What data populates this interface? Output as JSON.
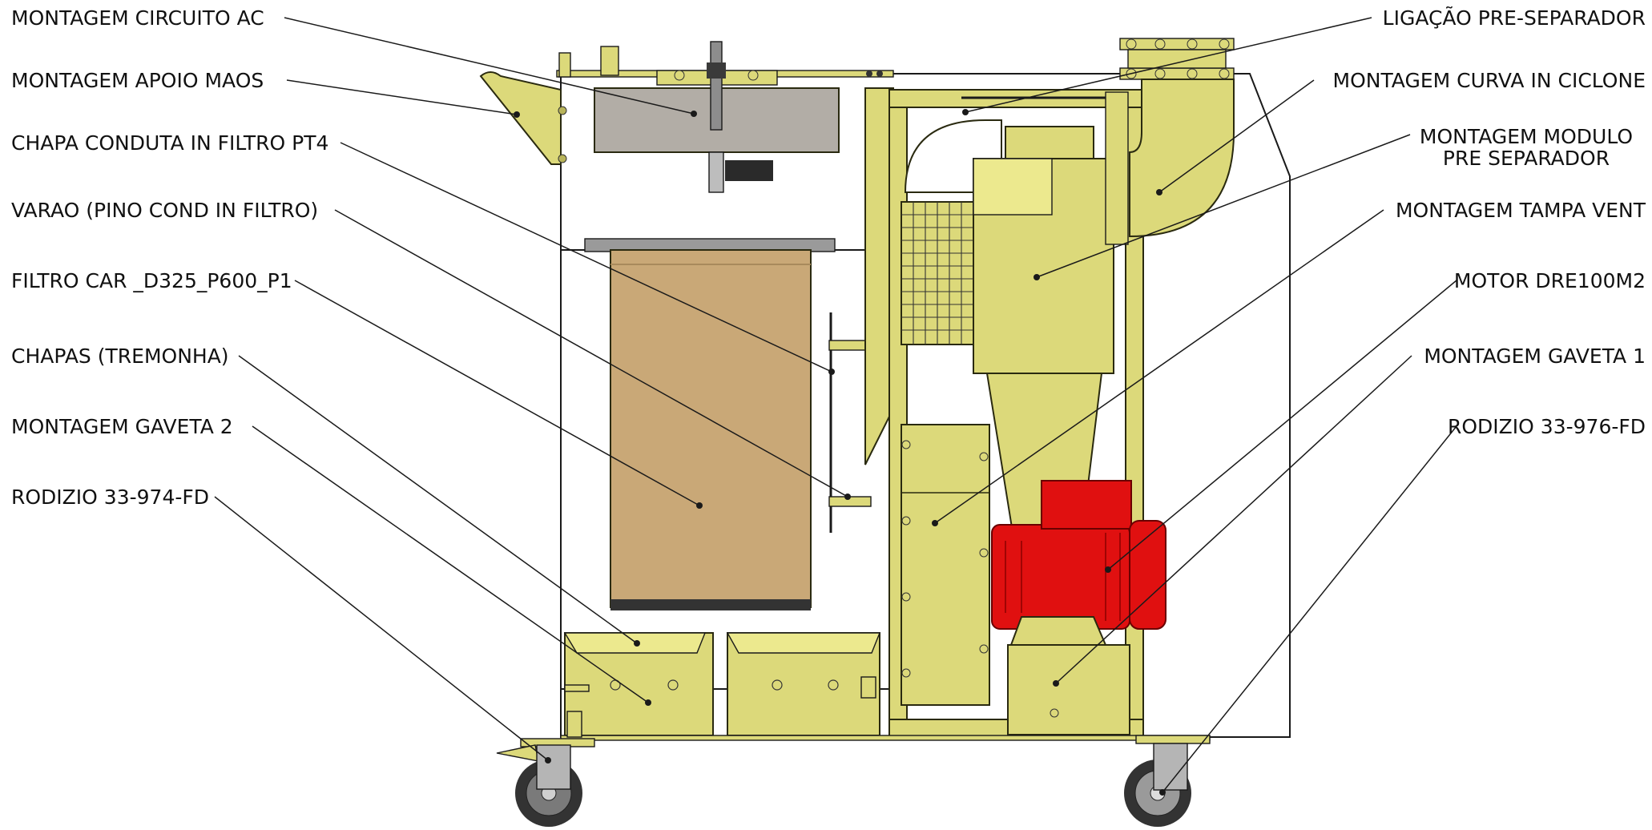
{
  "labels_left": [
    {
      "key": "l1",
      "text": "MONTAGEM CIRCUITO AC"
    },
    {
      "key": "l2",
      "text": "MONTAGEM APOIO MAOS"
    },
    {
      "key": "l3",
      "text": "CHAPA CONDUTA IN FILTRO PT4"
    },
    {
      "key": "l4",
      "text": "VARAO (PINO COND IN FILTRO)"
    },
    {
      "key": "l5",
      "text": "FILTRO CAR _D325_P600_P1"
    },
    {
      "key": "l6",
      "text": "CHAPAS (TREMONHA)"
    },
    {
      "key": "l7",
      "text": "MONTAGEM GAVETA 2"
    },
    {
      "key": "l8",
      "text": "RODIZIO 33-974-FD"
    }
  ],
  "labels_right": [
    {
      "key": "r1",
      "text": "LIGAÇÃO PRE-SEPARADOR"
    },
    {
      "key": "r2",
      "text": "MONTAGEM CURVA IN CICLONE"
    },
    {
      "key": "r3a",
      "text": "MONTAGEM MODULO"
    },
    {
      "key": "r3b",
      "text": "PRE SEPARADOR"
    },
    {
      "key": "r4",
      "text": "MONTAGEM TAMPA VENT"
    },
    {
      "key": "r5",
      "text": "MOTOR DRE100M2"
    },
    {
      "key": "r6",
      "text": "MONTAGEM GAVETA 1"
    },
    {
      "key": "r7",
      "text": "RODIZIO 33-976-FD"
    }
  ],
  "colors": {
    "olive": "#dcd97a",
    "olive_dark": "#b8b45a",
    "motor_red": "#e01010",
    "filter_tan": "#c9a877",
    "panel_gray": "#b2ada6"
  }
}
